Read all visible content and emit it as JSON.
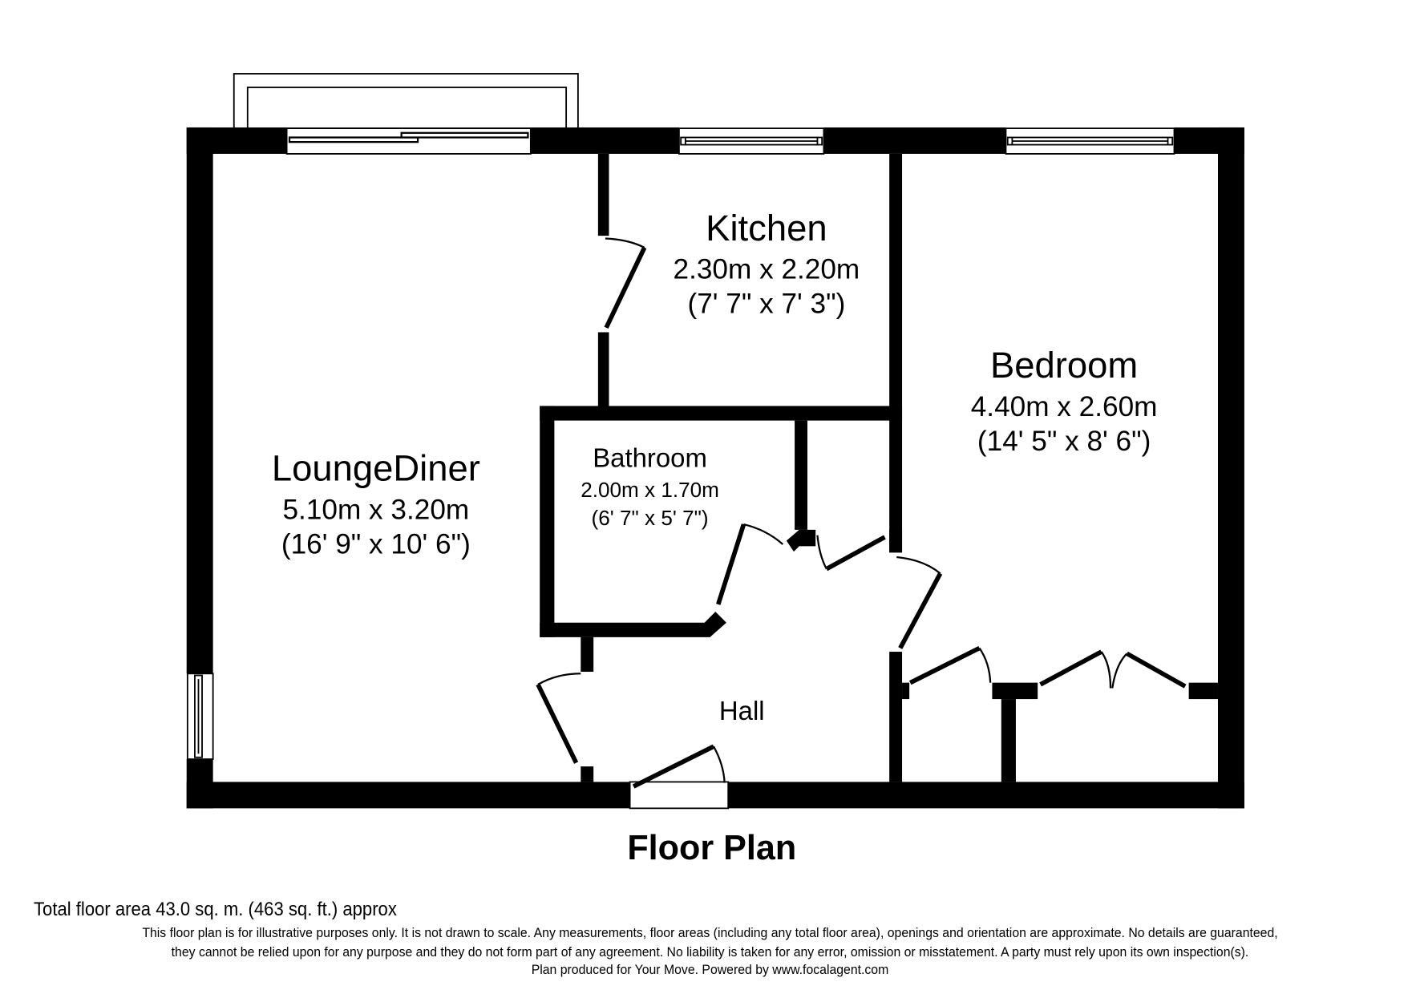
{
  "plan": {
    "title": "Floor Plan",
    "rooms": [
      {
        "name": "Kitchen",
        "metric": "2.30m x 2.20m",
        "imperial": "(7' 7\" x 7' 3\")"
      },
      {
        "name": "Bedroom",
        "metric": "4.40m x 2.60m",
        "imperial": "(14' 5\" x 8' 6\")"
      },
      {
        "name": "LoungeDiner",
        "metric": "5.10m x 3.20m",
        "imperial": "(16' 9\" x 10' 6\")"
      },
      {
        "name": "Bathroom",
        "metric": "2.00m x 1.70m",
        "imperial": "(6' 7\" x 5' 7\")"
      },
      {
        "name": "Hall"
      }
    ]
  },
  "footer": {
    "total_area": "Total floor area 43.0 sq. m. (463 sq. ft.) approx",
    "disclaimer": [
      "This floor plan is for illustrative purposes only. It is not drawn to scale. Any measurements, floor areas (including any total floor area), openings and orientation are approximate. No details are guaranteed,",
      "they cannot be relied upon for any purpose and they do not form part of any agreement. No liability is taken for any error, omission or misstatement. A party must rely upon its own inspection(s).",
      "Plan produced for Your Move. Powered by www.focalagent.com"
    ]
  },
  "colors": {
    "walls": "#000000",
    "background": "#ffffff"
  }
}
